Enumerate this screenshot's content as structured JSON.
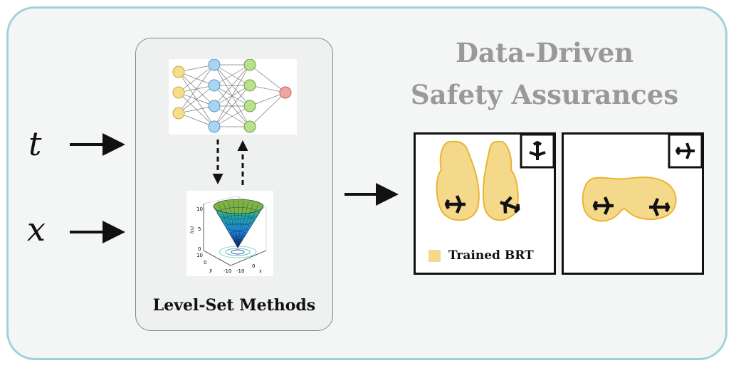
{
  "inputs": {
    "t_label": "t",
    "x_label": "x"
  },
  "level_set": {
    "label": "Level-Set Methods"
  },
  "surface_plot": {
    "y_ticks": [
      "10",
      "5",
      "0"
    ],
    "y_label": "l(x)",
    "y_axis_ticks": [
      "10",
      "0",
      "-10"
    ],
    "y_axis_label": "y",
    "x_axis_ticks": [
      "-10",
      "0"
    ],
    "x_axis_label": "x"
  },
  "output": {
    "title_line1": "Data-Driven",
    "title_line2": "Safety Assurances"
  },
  "legend": {
    "label": "Trained BRT",
    "color": "#f5d98b"
  },
  "colors": {
    "frame": "#9fd3dc",
    "title": "#999999",
    "brt_fill": "#f5d98b",
    "brt_stroke": "#e8b530"
  }
}
